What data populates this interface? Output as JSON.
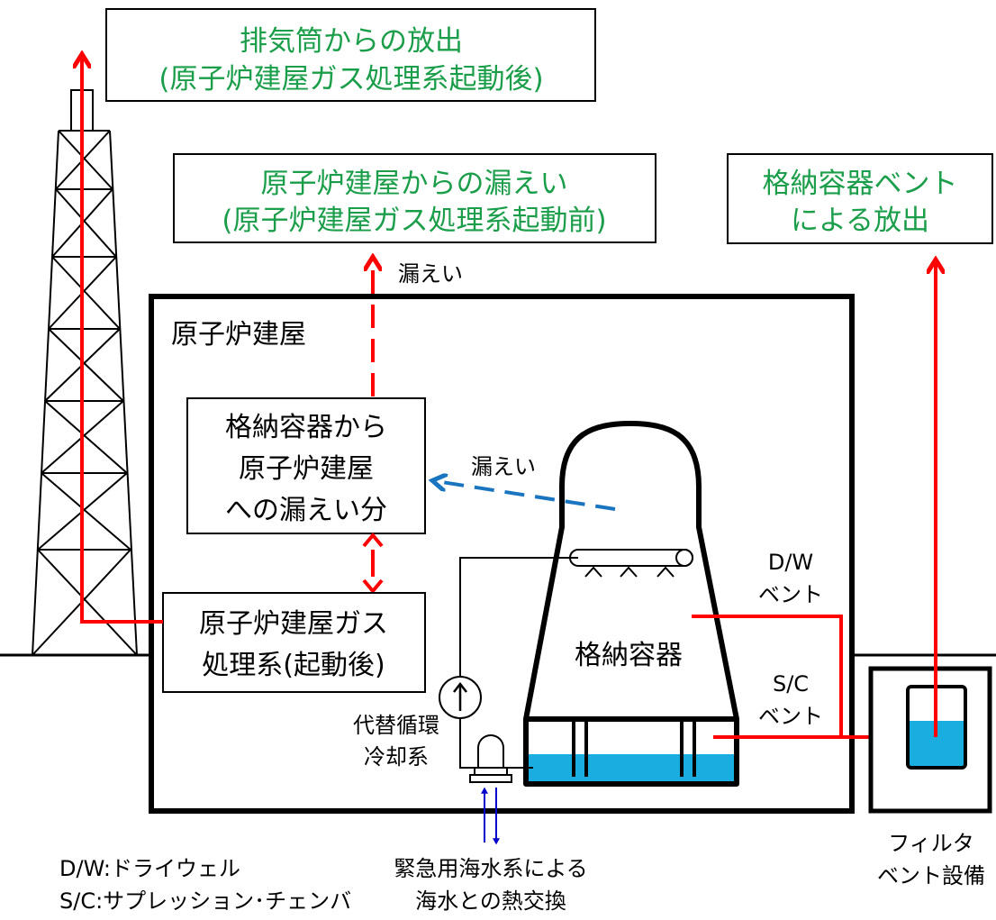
{
  "colors": {
    "release": "#ff0000",
    "leak_to_building": "#1a75c0",
    "seawater": "#0000cc",
    "water": "#1aaee0",
    "label_green": "#1a9e4a",
    "line": "#000000"
  },
  "top_boxes": {
    "stack_release": {
      "line1": "排気筒からの放出",
      "line2": "(原子炉建屋ガス処理系起動後)"
    },
    "building_leak": {
      "line1": "原子炉建屋からの漏えい",
      "line2": "(原子炉建屋ガス処理系起動前)"
    },
    "vent_release": {
      "line1": "格納容器ベント",
      "line2": "による放出"
    }
  },
  "reactor_building": {
    "label": "原子炉建屋"
  },
  "leak_up_label": "漏えい",
  "leak_side_label": "漏えい",
  "pcv_to_building_box": {
    "line1": "格納容器から",
    "line2": "原子炉建屋",
    "line3": "への漏えい分"
  },
  "sgts_box": {
    "line1": "原子炉建屋ガス",
    "line2": "処理系(起動後)"
  },
  "pcv": {
    "label": "格納容器"
  },
  "dw_vent": {
    "line1": "D/W",
    "line2": "ベント"
  },
  "sc_vent": {
    "line1": "S/C",
    "line2": "ベント"
  },
  "alt_cooling": {
    "line1": "代替循環",
    "line2": "冷却系"
  },
  "filter_vent": {
    "line1": "フィルタ",
    "line2": "ベント設備"
  },
  "seawater": {
    "line1": "緊急用海水系による",
    "line2": "海水との熱交換"
  },
  "legend": {
    "dw": "D/W:ドライウェル",
    "sc": "S/C:サプレッション･チェンバ"
  }
}
